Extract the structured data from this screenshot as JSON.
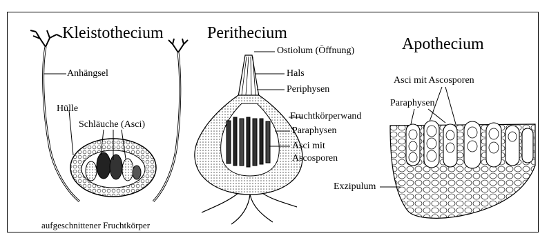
{
  "titles": {
    "kleistothecium": "Kleistothecium",
    "perithecium": "Perithecium",
    "apothecium": "Apothecium"
  },
  "kleistothecium": {
    "anhaengsel": "Anhängsel",
    "huelle": "Hülle",
    "schlaeuche": "Schläuche (Asci)",
    "caption": "aufgeschnittener Fruchtkörper"
  },
  "perithecium": {
    "ostiolum": "Ostiolum (Öffnung)",
    "hals": "Hals",
    "periphysen": "Periphysen",
    "fruchtkoerperwand": "Fruchtkörperwand",
    "paraphysen": "Paraphysen",
    "asci_line1": "Asci mit",
    "asci_line2": "Ascosporen"
  },
  "apothecium": {
    "asci": "Asci mit Ascosporen",
    "paraphysen": "Paraphysen",
    "exzipulum": "Exzipulum"
  }
}
